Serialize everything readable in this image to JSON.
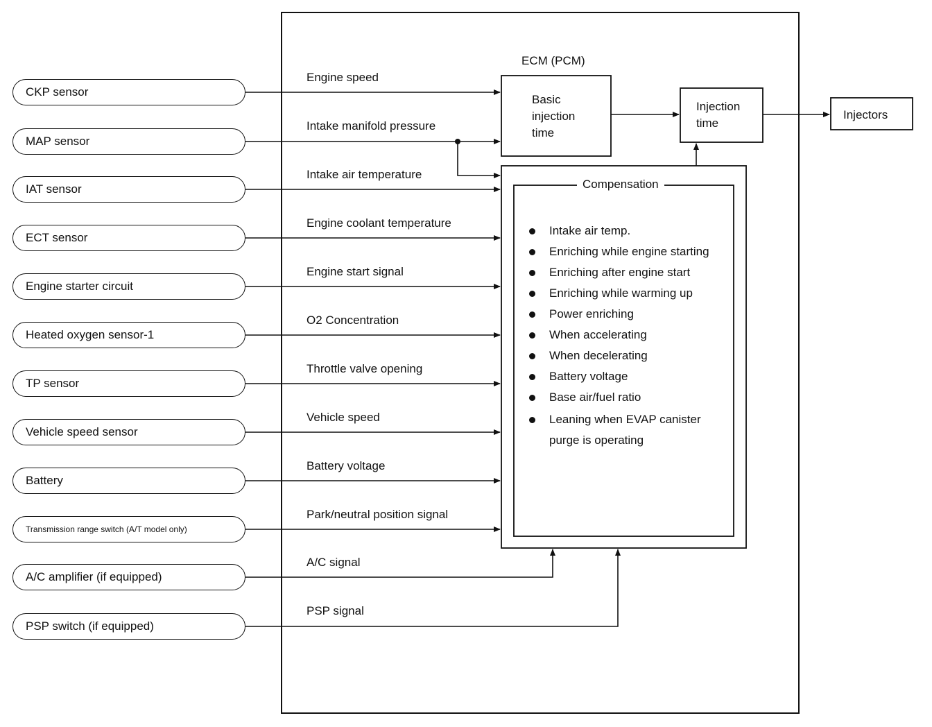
{
  "ecm_label": "ECM (PCM)",
  "sensors": [
    {
      "label": "CKP sensor",
      "signal": "Engine speed"
    },
    {
      "label": "MAP sensor",
      "signal": "Intake manifold pressure"
    },
    {
      "label": "IAT sensor",
      "signal": "Intake air temperature"
    },
    {
      "label": "ECT sensor",
      "signal": "Engine coolant temperature"
    },
    {
      "label": "Engine starter circuit",
      "signal": "Engine start signal"
    },
    {
      "label": "Heated oxygen sensor-1",
      "signal": "O2 Concentration"
    },
    {
      "label": "TP sensor",
      "signal": "Throttle valve opening"
    },
    {
      "label": "Vehicle speed sensor",
      "signal": "Vehicle speed"
    },
    {
      "label": "Battery",
      "signal": "Battery voltage"
    },
    {
      "label": "Transmission range switch (A/T model only)",
      "signal": "Park/neutral position signal"
    },
    {
      "label": "A/C amplifier (if equipped)",
      "signal": "A/C signal"
    },
    {
      "label": "PSP switch (if equipped)",
      "signal": "PSP signal"
    }
  ],
  "basic_injection": {
    "line1": "Basic",
    "line2": "injection",
    "line3": "time"
  },
  "injection_time": {
    "line1": "Injection",
    "line2": "time"
  },
  "injectors": "Injectors",
  "compensation": {
    "title": "Compensation",
    "items": [
      "Intake air temp.",
      "Enriching while engine starting",
      "Enriching after engine start",
      "Enriching while warming up",
      "Power enriching",
      "When accelerating",
      "When decelerating",
      "Battery voltage",
      "Base air/fuel ratio",
      "Leaning when EVAP canister purge is operating"
    ]
  }
}
